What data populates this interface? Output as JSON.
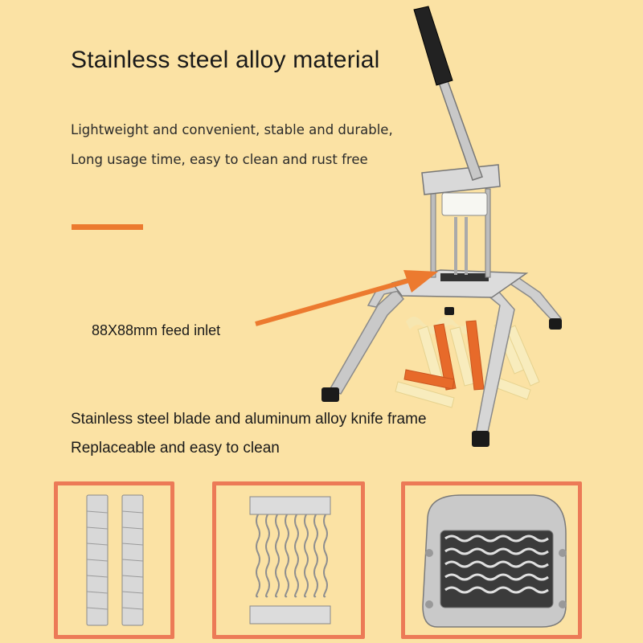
{
  "heading": "Stainless steel alloy material",
  "description": [
    "Lightweight and convenient, stable and durable,",
    "Long usage time, easy to clean and rust free"
  ],
  "callout": "88X88mm feed inlet",
  "features": [
    "Stainless steel blade and aluminum alloy knife frame",
    "Replaceable and easy to clean"
  ],
  "colors": {
    "background": "#fbe2a4",
    "accent": "#ec7a2f",
    "panel_border": "#ec7a57"
  },
  "icons": [
    "vegetable-cutter-machine",
    "blade-strips-image",
    "blade-grid-image",
    "knife-frame-image"
  ]
}
